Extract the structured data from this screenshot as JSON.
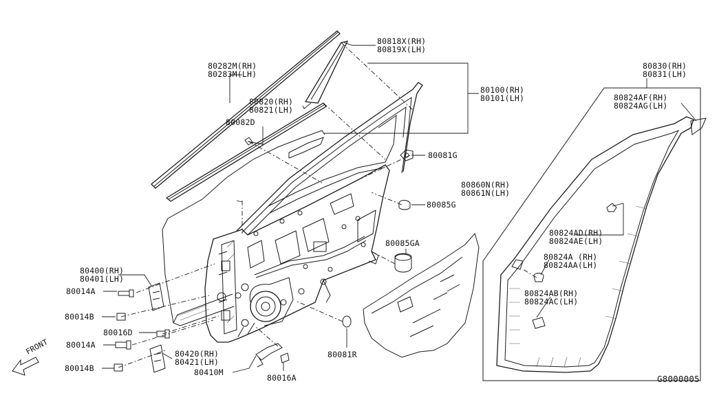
{
  "diagram_id": "G8000005",
  "front_label": "FRONT",
  "parts": {
    "p80818": [
      "80818X(RH)",
      "80819X(LH)"
    ],
    "p80282": [
      "80282M(RH)",
      "80283M(LH)"
    ],
    "p80820": [
      "80820(RH)",
      "80821(LH)"
    ],
    "p80082d": [
      "80082D"
    ],
    "p80100": [
      "80100(RH)",
      "80101(LH)"
    ],
    "p80081g": [
      "80081G"
    ],
    "p80085g": [
      "80085G"
    ],
    "p80860": [
      "80860N(RH)",
      "80861N(LH)"
    ],
    "p80085ga": [
      "80085GA"
    ],
    "p80830": [
      "80830(RH)",
      "80831(LH)"
    ],
    "p80824af": [
      "80824AF(RH)",
      "80824AG(LH)"
    ],
    "p80824ad": [
      "80824AD(RH)",
      "80824AE(LH)"
    ],
    "p80824a": [
      "80824A (RH)",
      "80824AA(LH)"
    ],
    "p80824ab": [
      "80824AB(RH)",
      "80824AC(LH)"
    ],
    "p80400": [
      "80400(RH)",
      "80401(LH)"
    ],
    "p80014a_1": [
      "80014A"
    ],
    "p80014b_1": [
      "80014B"
    ],
    "p80016d": [
      "80016D"
    ],
    "p80014a_2": [
      "80014A"
    ],
    "p80014b_2": [
      "80014B"
    ],
    "p80420": [
      "80420(RH)",
      "80421(LH)"
    ],
    "p80410m": [
      "80410M"
    ],
    "p80016a": [
      "80016A"
    ],
    "p80081r": [
      "80081R"
    ]
  }
}
